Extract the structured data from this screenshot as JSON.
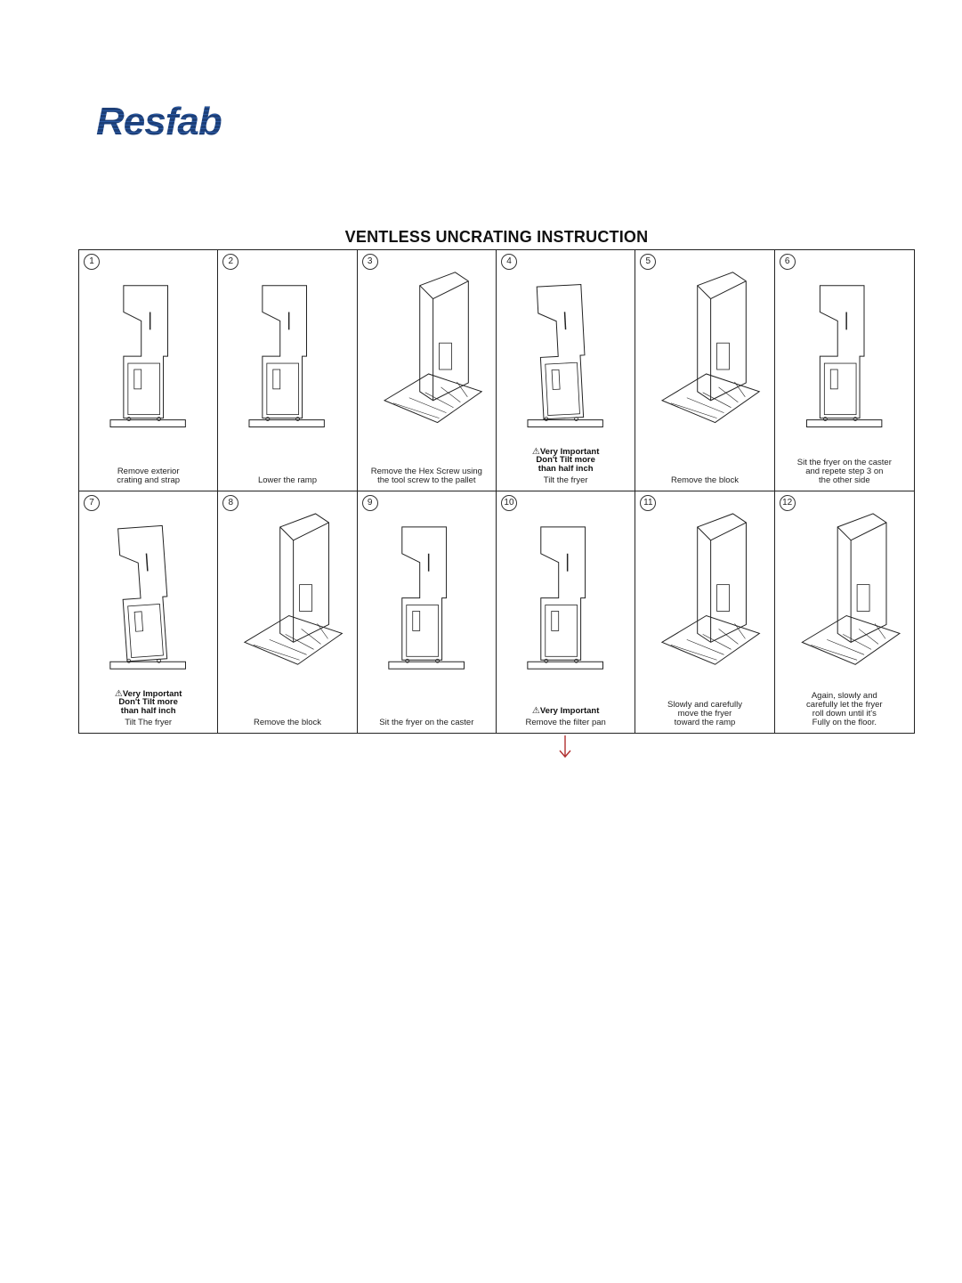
{
  "brand": {
    "logo_text": "Resfab"
  },
  "title": "VENTLESS UNCRATING INSTRUCTION",
  "colors": {
    "logo": "#1d3f78",
    "arrow": "#b03030",
    "line": "#222222"
  },
  "steps": [
    {
      "number": "1",
      "caption": "Remove exterior\ncrating and strap",
      "warning": ""
    },
    {
      "number": "2",
      "caption": "Lower the ramp",
      "warning": ""
    },
    {
      "number": "3",
      "caption": "Remove the Hex Screw using\nthe tool screw to the pallet",
      "warning": ""
    },
    {
      "number": "4",
      "caption": "Tilt the fryer",
      "warning": "Very Important\nDon't Tilt more\nthan half inch"
    },
    {
      "number": "5",
      "caption": "Remove the block",
      "warning": ""
    },
    {
      "number": "6",
      "caption": "Sit the fryer on the caster\nand repete step 3 on\nthe other side",
      "warning": ""
    },
    {
      "number": "7",
      "caption": "Tilt The fryer",
      "warning": "Very Important\nDon't Tilt more\nthan half inch"
    },
    {
      "number": "8",
      "caption": "Remove the block",
      "warning": ""
    },
    {
      "number": "9",
      "caption": "Sit the fryer on the caster",
      "warning": ""
    },
    {
      "number": "10",
      "caption": "Remove the filter pan",
      "warning": "Very Important"
    },
    {
      "number": "11",
      "caption": "Slowly and carefully\nmove the fryer\ntoward the ramp",
      "warning": ""
    },
    {
      "number": "12",
      "caption": "Again, slowly and\ncarefully let the fryer\nroll down until it's\nFully on the floor.",
      "warning": ""
    }
  ],
  "icons": {
    "warning": "warning-triangle-icon",
    "arrow": "down-arrow-icon"
  }
}
